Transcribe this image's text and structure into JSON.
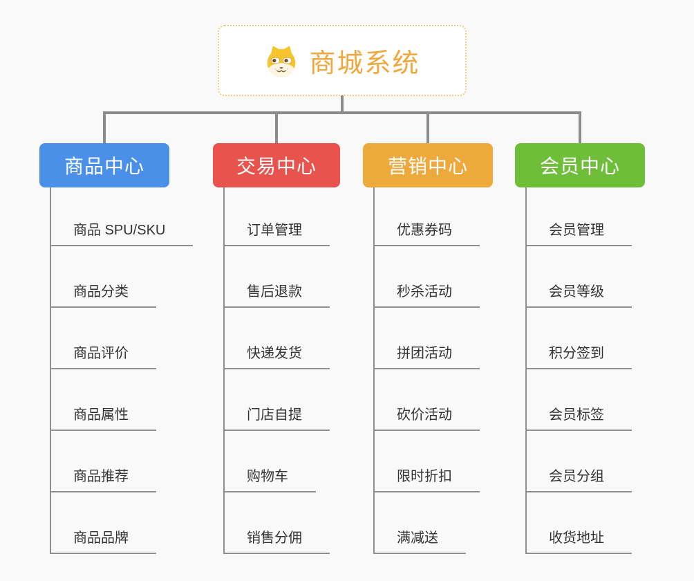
{
  "canvas": {
    "background_color": "#f9f9f9",
    "connector_color": "#8c8c8c"
  },
  "root": {
    "title": "商城系统",
    "icon": "dog-face-icon",
    "text_color": "#f0a73e",
    "border_color": "#f5c97e"
  },
  "branches": [
    {
      "label": "商品中心",
      "color": "#4a8fe8",
      "children": [
        "商品 SPU/SKU",
        "商品分类",
        "商品评价",
        "商品属性",
        "商品推荐",
        "商品品牌"
      ]
    },
    {
      "label": "交易中心",
      "color": "#e8534e",
      "children": [
        "订单管理",
        "售后退款",
        "快递发货",
        "门店自提",
        "购物车",
        "销售分佣"
      ]
    },
    {
      "label": "营销中心",
      "color": "#eda93c",
      "children": [
        "优惠券码",
        "秒杀活动",
        "拼团活动",
        "砍价活动",
        "限时折扣",
        "满减送"
      ]
    },
    {
      "label": "会员中心",
      "color": "#6fbe3a",
      "children": [
        "会员管理",
        "会员等级",
        "积分签到",
        "会员标签",
        "会员分组",
        "收货地址"
      ]
    }
  ]
}
